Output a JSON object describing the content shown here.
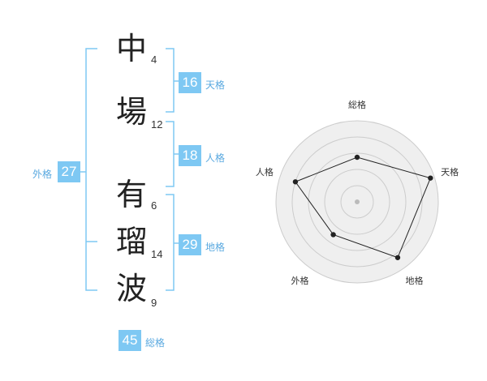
{
  "name": {
    "chars": [
      {
        "char": "中",
        "strokes": "4"
      },
      {
        "char": "場",
        "strokes": "12"
      },
      {
        "char": "有",
        "strokes": "6"
      },
      {
        "char": "瑠",
        "strokes": "14"
      },
      {
        "char": "波",
        "strokes": "9"
      }
    ]
  },
  "fortunes": {
    "tenkaku": {
      "label": "天格",
      "value": "16"
    },
    "jinkaku": {
      "label": "人格",
      "value": "18"
    },
    "chikaku": {
      "label": "地格",
      "value": "29"
    },
    "gaikaku": {
      "label": "外格",
      "value": "27"
    },
    "soukaku": {
      "label": "総格",
      "value": "45"
    }
  },
  "radar": {
    "axes": [
      "総格",
      "天格",
      "地格",
      "外格",
      "人格"
    ],
    "levels": [
      0.55,
      0.95,
      0.85,
      0.5,
      0.8
    ],
    "colors": {
      "fill": "#efefef",
      "line": "#222222",
      "ring": "#cccccc",
      "bracket": "#7ec8f3"
    }
  }
}
